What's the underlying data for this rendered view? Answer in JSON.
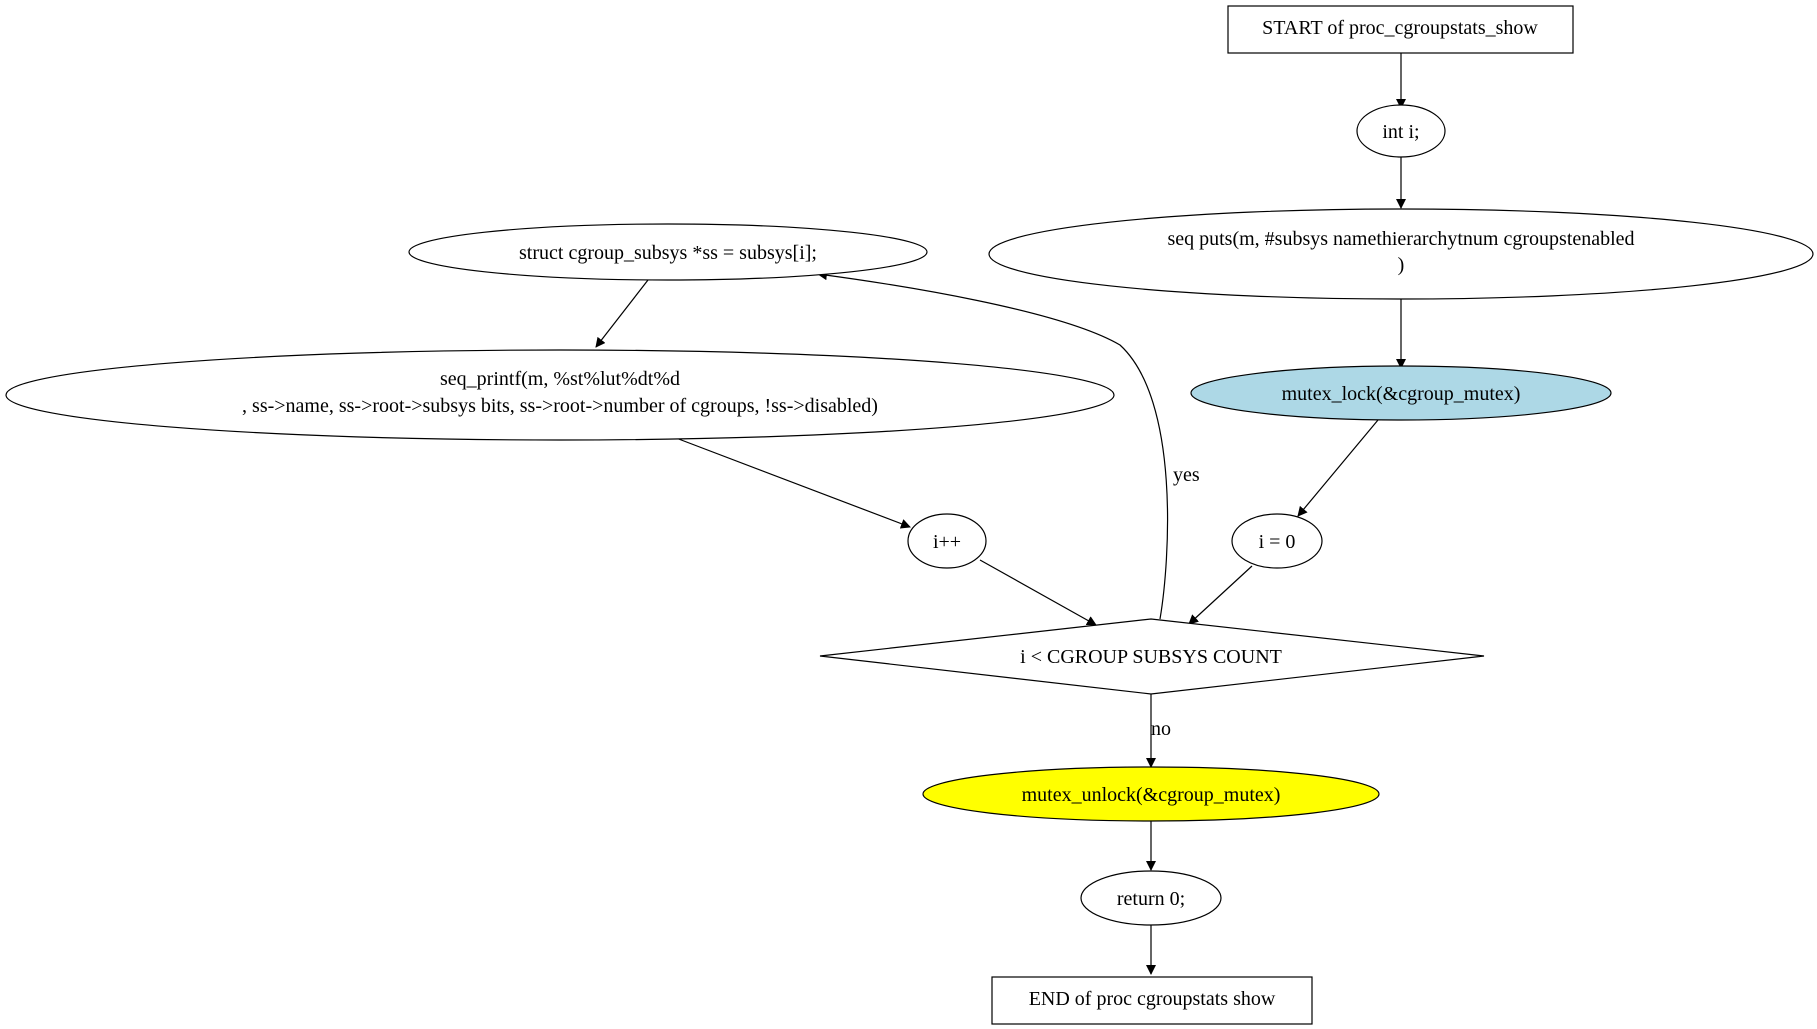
{
  "nodes": {
    "start": {
      "lines": [
        "START of proc_cgroupstats_show"
      ],
      "shape": "box",
      "fill": "#ffffff"
    },
    "decl_i": {
      "lines": [
        "int i;"
      ],
      "shape": "ellipse",
      "fill": "#ffffff"
    },
    "seq_puts": {
      "lines": [
        "seq  puts(m, #subsys  namethierarchytnum  cgroupstenabled",
        ")"
      ],
      "shape": "ellipse",
      "fill": "#ffffff"
    },
    "mutex_lock": {
      "lines": [
        "mutex_lock(&cgroup_mutex)"
      ],
      "shape": "ellipse",
      "fill": "#add8e6"
    },
    "init_i": {
      "lines": [
        "i = 0"
      ],
      "shape": "ellipse",
      "fill": "#ffffff"
    },
    "struct_ss": {
      "lines": [
        "struct cgroup_subsys *ss = subsys[i];"
      ],
      "shape": "ellipse",
      "fill": "#ffffff"
    },
    "seq_printf": {
      "lines": [
        "seq_printf(m, %st%lut%dt%d",
        ", ss->name, ss->root->subsys  bits, ss->root->number  of  cgroups, !ss->disabled)"
      ],
      "shape": "ellipse",
      "fill": "#ffffff"
    },
    "incr_i": {
      "lines": [
        "i++"
      ],
      "shape": "ellipse",
      "fill": "#ffffff"
    },
    "cond": {
      "lines": [
        "i < CGROUP  SUBSYS  COUNT"
      ],
      "shape": "diamond",
      "fill": "#ffffff"
    },
    "mutex_unlock": {
      "lines": [
        "mutex_unlock(&cgroup_mutex)"
      ],
      "shape": "ellipse",
      "fill": "#ffff00"
    },
    "ret": {
      "lines": [
        "return 0;"
      ],
      "shape": "ellipse",
      "fill": "#ffffff"
    },
    "end": {
      "lines": [
        "END of proc  cgroupstats  show"
      ],
      "shape": "box",
      "fill": "#ffffff"
    }
  },
  "edge_labels": {
    "yes": "yes",
    "no": "no"
  }
}
